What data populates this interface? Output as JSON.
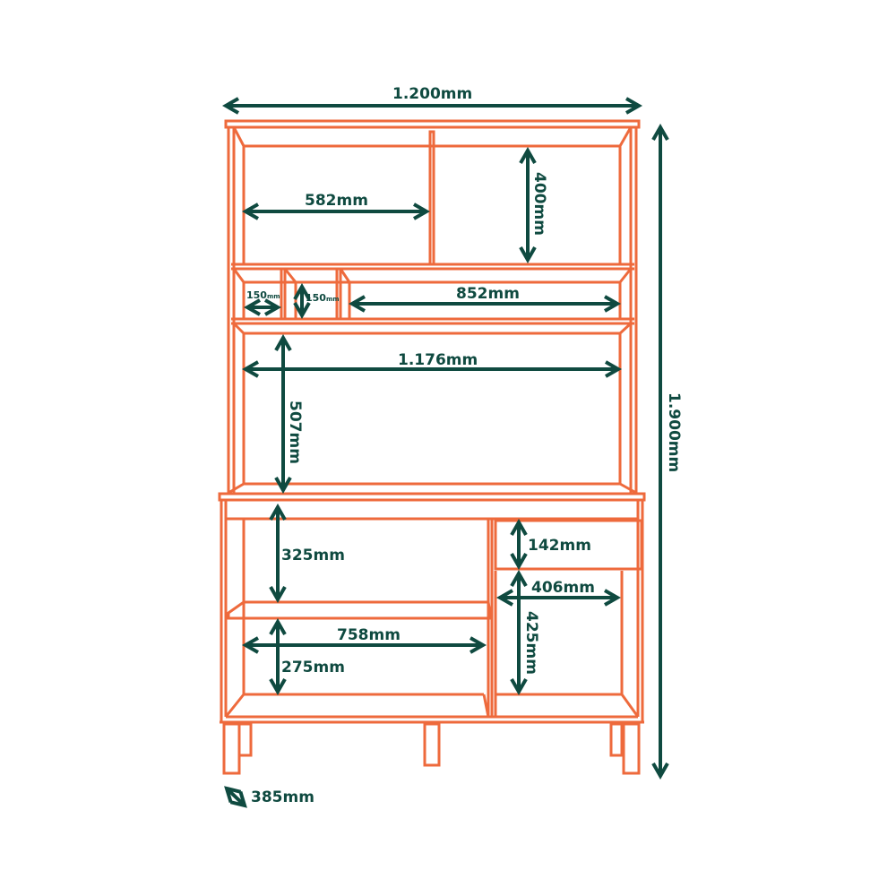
{
  "title": "Cabinet dimension diagram",
  "colors": {
    "furniture": "#ee6a3c",
    "dimension": "#0f4a40",
    "background": "#ffffff"
  },
  "dimensions": {
    "overall_width": "1.200mm",
    "overall_height": "1.900mm",
    "depth": "385mm",
    "top_compartment_width": "582mm",
    "top_compartment_height": "400mm",
    "small_cubby_width": "150",
    "small_cubby_height": "150",
    "small_unit": "mm",
    "middle_shelf_width": "852mm",
    "open_section_width": "1.176mm",
    "open_section_height": "507mm",
    "lower_left_upper_height": "325mm",
    "drawer_height": "142mm",
    "right_compartment_width": "406mm",
    "right_compartment_height": "425mm",
    "lower_left_width": "758mm",
    "lower_left_lower_height": "275mm"
  }
}
